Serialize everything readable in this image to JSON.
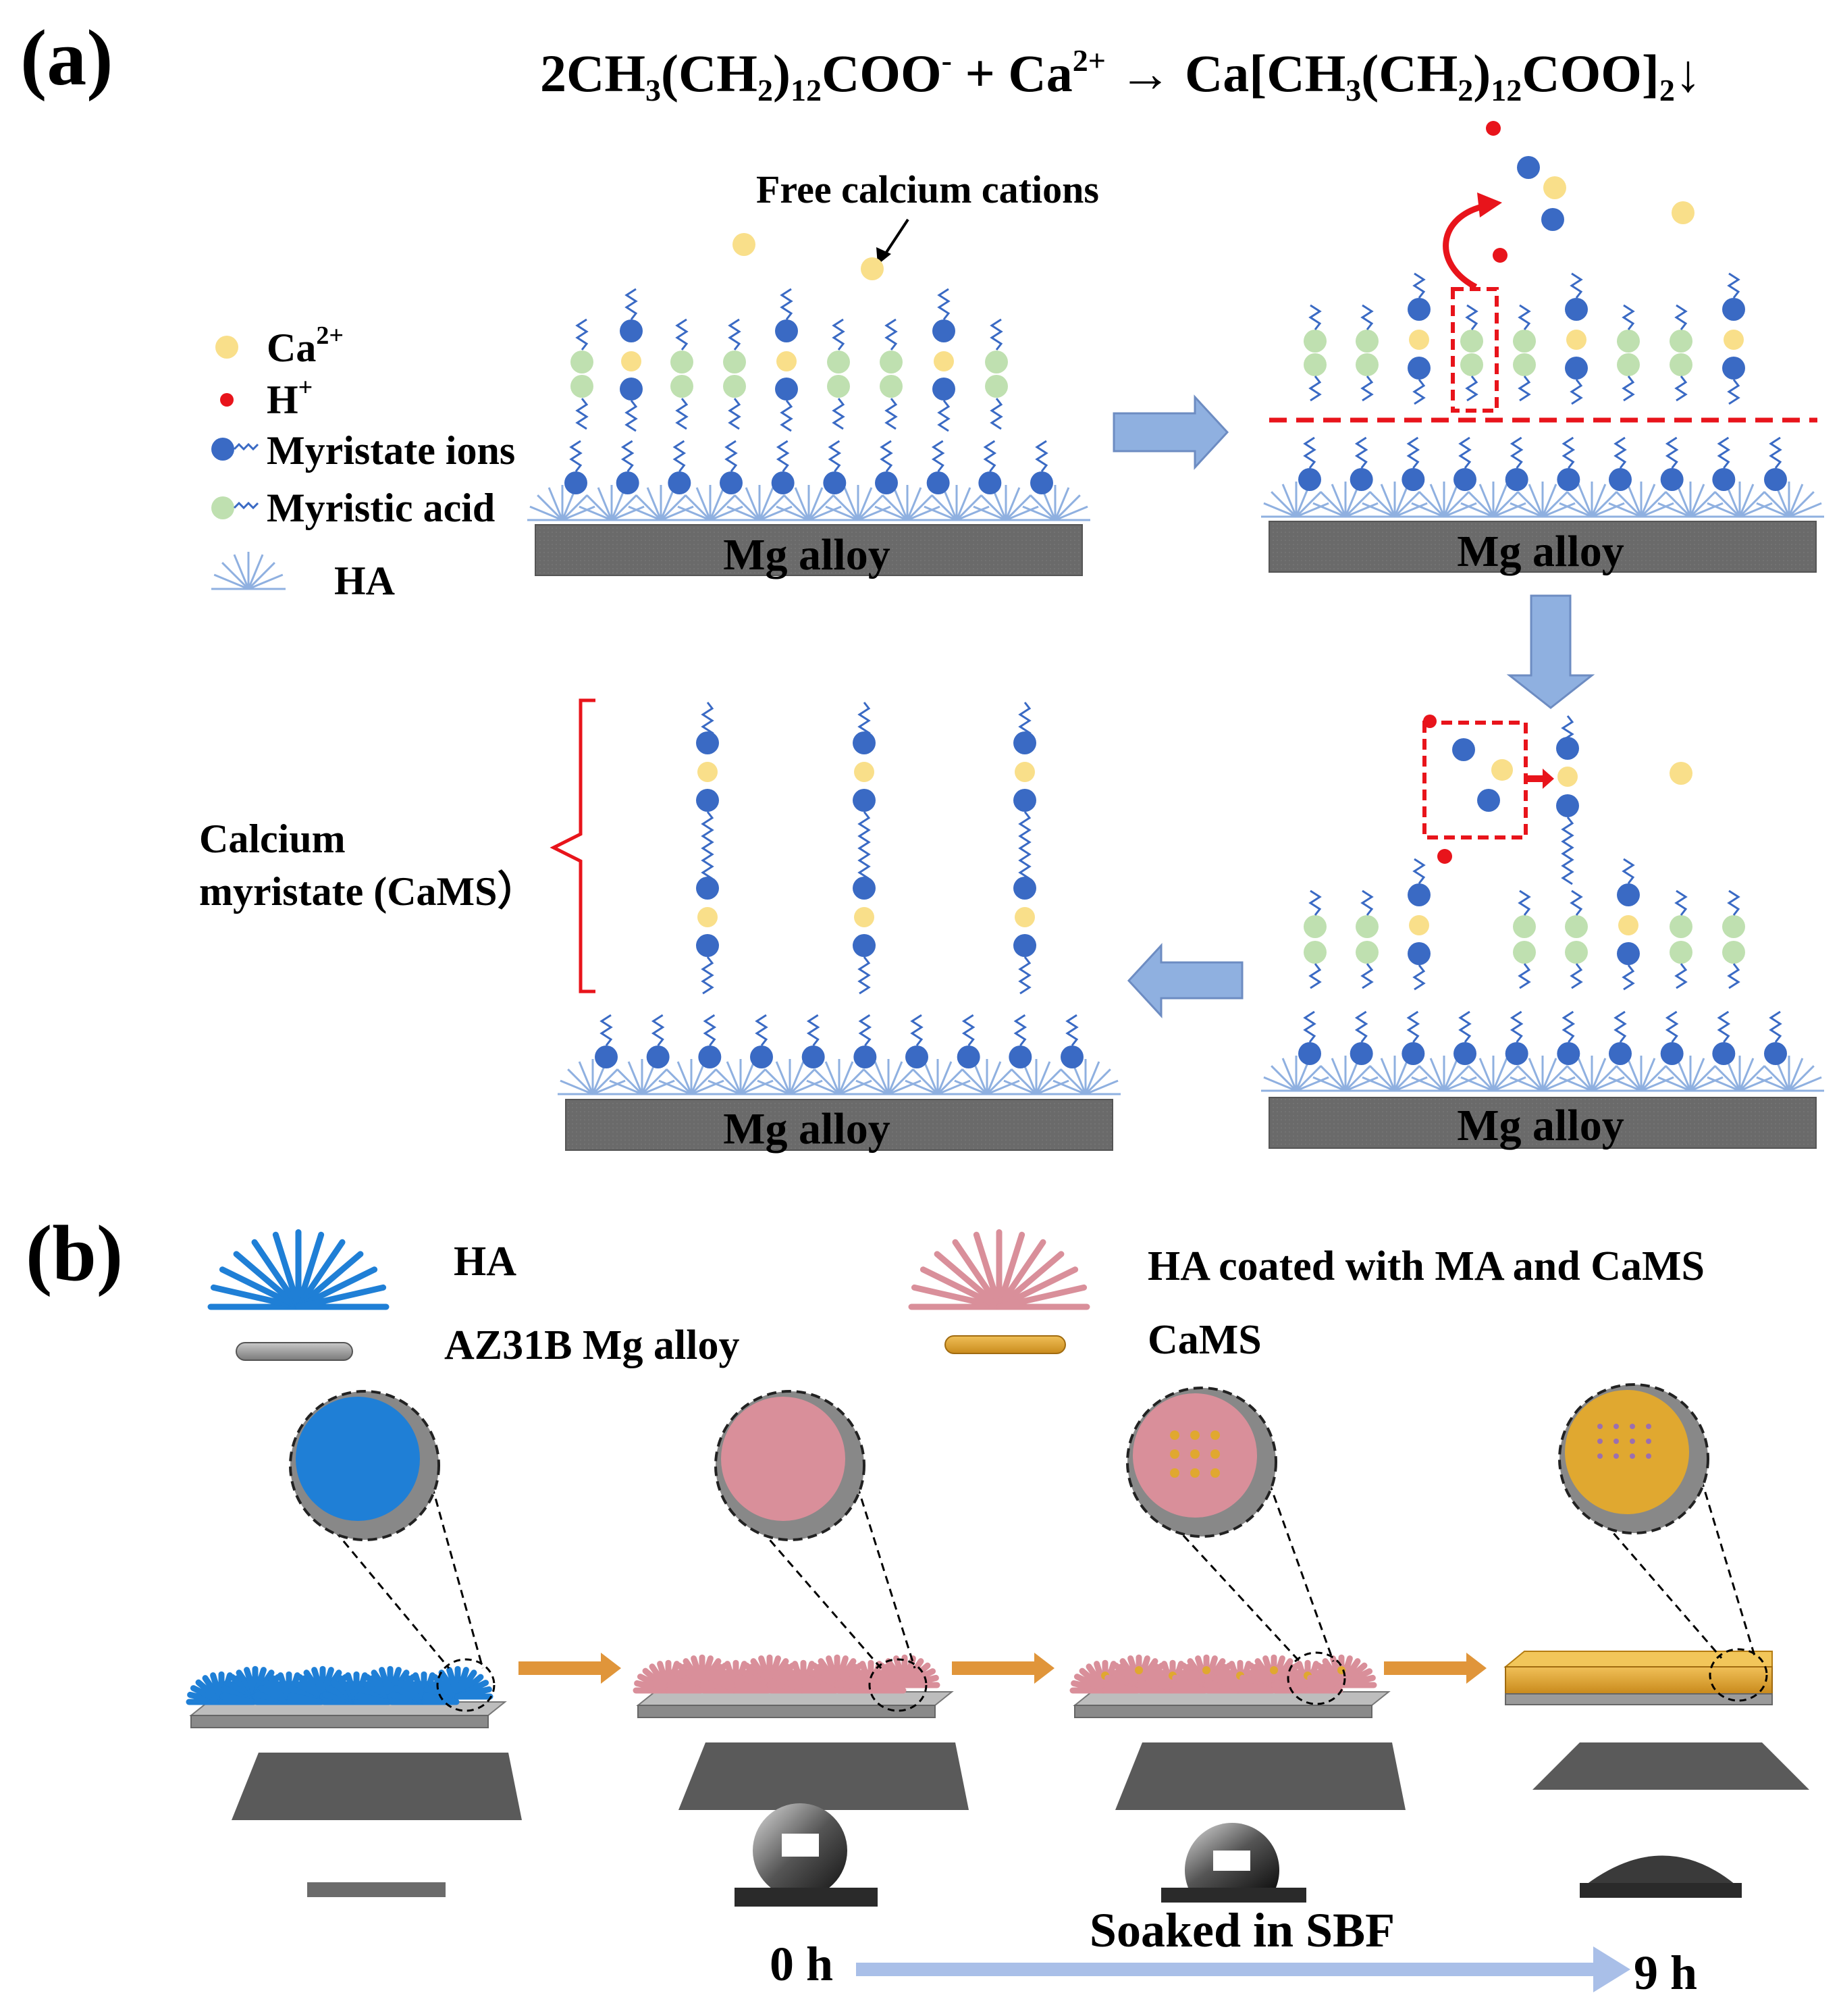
{
  "panel_a": {
    "label": "(a)",
    "equation": {
      "lhs_coef": "2",
      "ion1": "CH",
      "s3": "3",
      "mid1": "(CH",
      "s2": "2",
      "mid2": ")",
      "s12": "12",
      "tail1": "COO",
      "minus": "-",
      "plus": " + Ca",
      "charge": "2+",
      "arrow": " → ",
      "product_a": "Ca[CH",
      "product_b": "(CH",
      "product_c": ")",
      "product_d": "COO]",
      "product_sub": "2",
      "precip": "↓"
    },
    "free_ca_label": "Free calcium  cations",
    "legend": {
      "ca": "Ca",
      "ca_sup": "2+",
      "h": "H",
      "h_sup": "+",
      "myristate": "Myristate  ions",
      "myristic": "Myristic  acid",
      "ha": "HA"
    },
    "substrate_label": "Mg alloy",
    "cams_label_line1": "Calcium",
    "cams_label_line2": "myristate (CaMS）",
    "colors": {
      "ca": "#f9df8a",
      "h": "#e8141b",
      "myristate": "#3a6ac4",
      "myristic": "#bfe0b0",
      "ha": "#8fb0e0",
      "substrate": "#6f6f6f",
      "arrow_fill": "#8fb0e0",
      "red": "#e8141b"
    }
  },
  "panel_b": {
    "label": "(b)",
    "legend": {
      "ha": "HA",
      "alloy": "AZ31B Mg alloy",
      "coated": "HA coated with MA and CaMS",
      "cams": "CaMS"
    },
    "time_start": "0 h",
    "time_end": "9 h",
    "soak_label": "Soaked in SBF",
    "colors": {
      "ha": "#1f7fd6",
      "coated": "#d98f9a",
      "cams": "#e0a830",
      "plate": "#8c8c8c",
      "arrow": "#e0953a",
      "time_arrow": "#a9bfe8"
    }
  }
}
